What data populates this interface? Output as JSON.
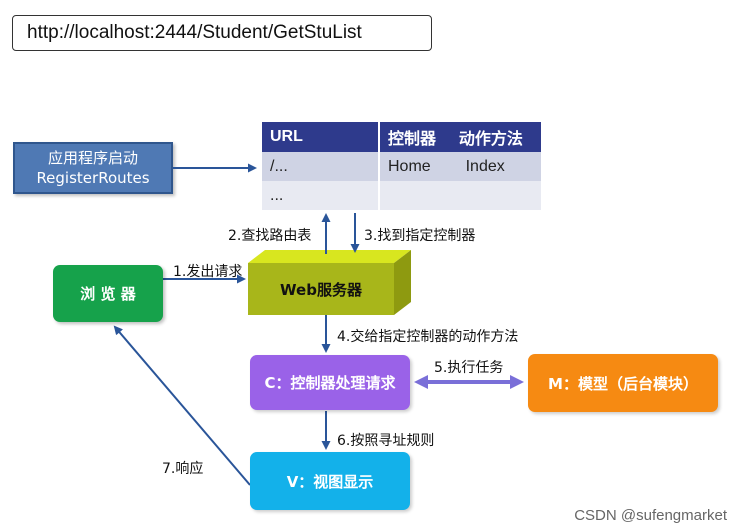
{
  "url": "http://localhost:2444/Student/GetStuList",
  "nodes": {
    "register_line1": "应用程序启动",
    "register_line2": "RegisterRoutes",
    "browser": "浏 览 器",
    "web_server": "Web服务器",
    "controller": "C：控制器处理请求",
    "model": "M：模型（后台模块）",
    "view": "V：视图显示"
  },
  "route_table": {
    "headers": [
      "URL",
      "控制器",
      "动作方法"
    ],
    "rows": [
      [
        "/...",
        "Home",
        "Index"
      ],
      [
        "...",
        "",
        ""
      ]
    ]
  },
  "steps": {
    "s1": "1.发出请求",
    "s2": "2.查找路由表",
    "s3": "3.找到指定控制器",
    "s4": "4.交给指定控制器的动作方法",
    "s5": "5.执行任务",
    "s6": "6.按照寻址规则",
    "s7": "7.响应"
  },
  "colors": {
    "register": "#4f79b4",
    "browser": "#16a24b",
    "web_server": "#a8b61a",
    "controller": "#9a62e8",
    "model": "#f68a12",
    "view": "#13b1ea",
    "table_header": "#2e3a8c",
    "arrow": "#2a5599"
  },
  "watermark": "CSDN @sufengmarket"
}
